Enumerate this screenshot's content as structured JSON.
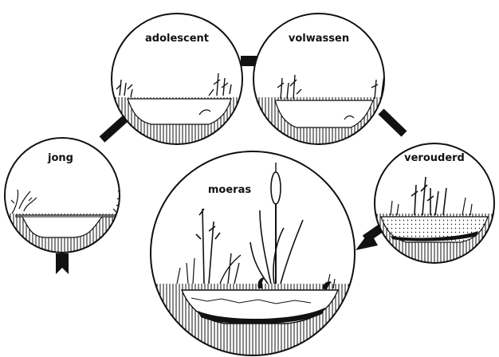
{
  "diagram": {
    "stages": [
      {
        "id": "jong",
        "label": "jong"
      },
      {
        "id": "adolescent",
        "label": "adolescent"
      },
      {
        "id": "volwassen",
        "label": "volwassen"
      },
      {
        "id": "verouderd",
        "label": "verouderd"
      },
      {
        "id": "moeras",
        "label": "moeras"
      }
    ]
  },
  "colors": {
    "ink": "#111111",
    "background": "#ffffff"
  }
}
